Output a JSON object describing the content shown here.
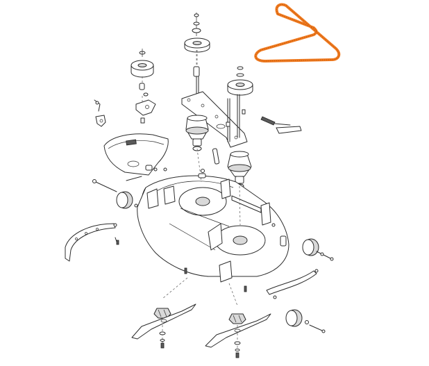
{
  "diagram": {
    "style": "exploded-parts-line-drawing",
    "background": "#ffffff",
    "line_color": "#2b2b2b",
    "highlight_color": "#f07a1f",
    "highlighted_part": "drive-belt",
    "parts": [
      "drive-belt",
      "idler-pulley",
      "spindle-pulley-center",
      "spindle-pulley-right",
      "spindle-shaft",
      "mounting-bracket-plate",
      "spindle-housing-left",
      "spindle-housing-right",
      "belt-guard-cover",
      "mower-deck",
      "anti-scalp-wheel-left",
      "anti-scalp-wheel-right",
      "anti-scalp-wheel-lower-right",
      "front-hanger-arm-left",
      "rear-hanger-arm-right",
      "blade-left",
      "blade-right",
      "blade-adapter-left",
      "blade-adapter-right",
      "idler-arm",
      "spring-hook-tool",
      "cable-clip-hardware"
    ]
  }
}
